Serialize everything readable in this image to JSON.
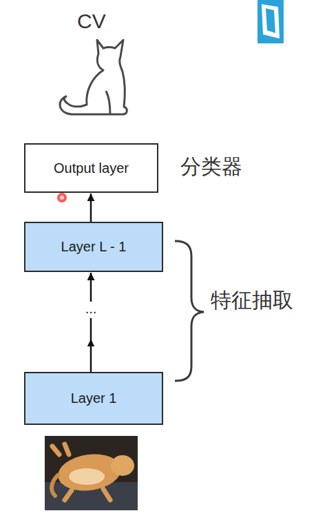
{
  "diagram": {
    "title": "CV",
    "nodes": [
      {
        "text": [
          "Output layer"
        ]
      },
      {
        "text": [
          "Layer L - 1"
        ]
      },
      {
        "text": [
          "Layer 1"
        ]
      }
    ],
    "edges": [
      {
        "from": 1,
        "to": 0,
        "arrow": "to"
      },
      {
        "from": 2,
        "to": 1,
        "arrow": "to",
        "label": "..."
      }
    ],
    "labels": [
      "分类器",
      "特征抽取"
    ]
  }
}
